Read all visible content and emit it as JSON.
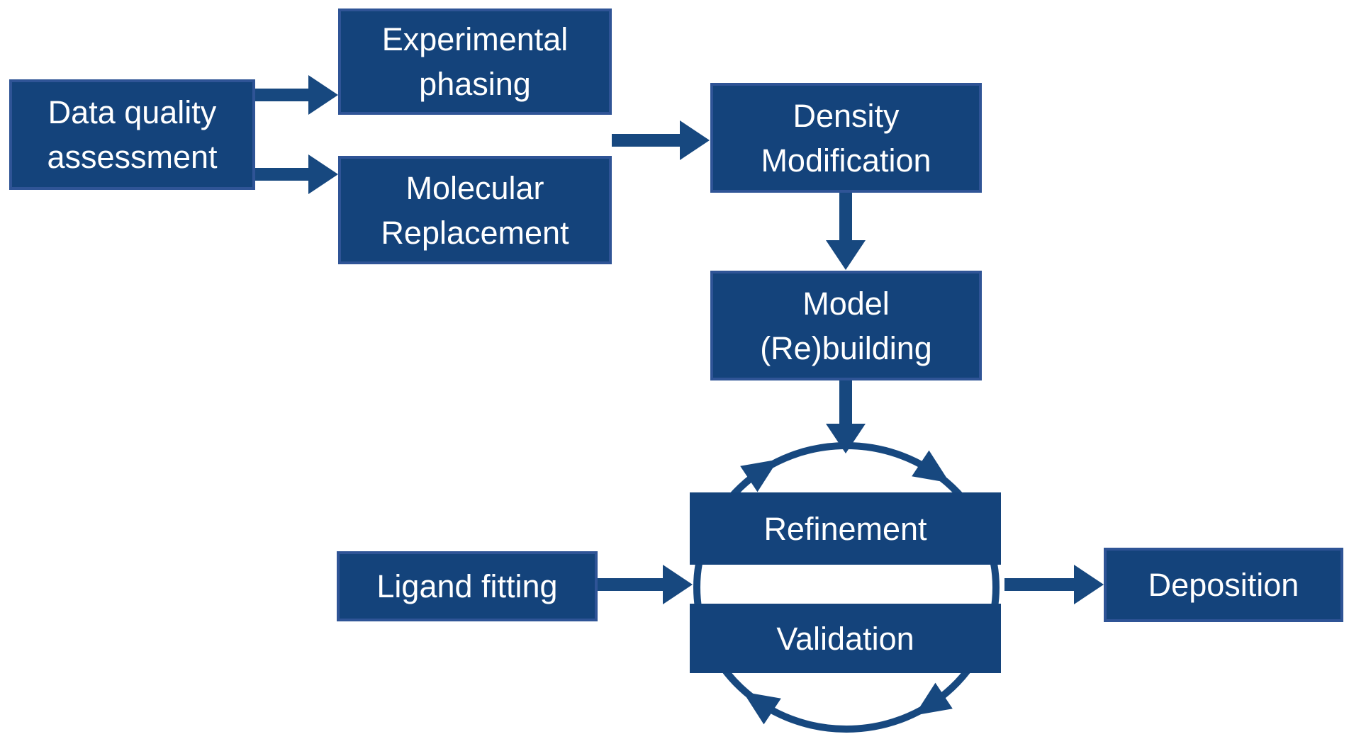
{
  "diagram": {
    "background": "#FFFFFF",
    "colors": {
      "background": "#FFFFFF",
      "node_fill": "#14437B",
      "node_border": "#2F5496",
      "connector": "#17487F",
      "text": "#FFFFFF"
    },
    "nodes": {
      "data_quality_assessment": {
        "label": "Data quality\nassessment"
      },
      "experimental_phasing": {
        "label": "Experimental\nphasing"
      },
      "molecular_replacement": {
        "label": "Molecular\nReplacement"
      },
      "density_modification": {
        "label": "Density\nModification"
      },
      "model_rebuilding": {
        "label": "Model\n(Re)building"
      },
      "refinement": {
        "label": "Refinement"
      },
      "validation": {
        "label": "Validation"
      },
      "ligand_fitting": {
        "label": "Ligand fitting"
      },
      "deposition": {
        "label": "Deposition"
      }
    },
    "connections": [
      {
        "from": "data_quality_assessment",
        "to": "experimental_phasing"
      },
      {
        "from": "data_quality_assessment",
        "to": "molecular_replacement"
      },
      {
        "from": "experimental_phasing / molecular_replacement",
        "to": "density_modification"
      },
      {
        "from": "density_modification",
        "to": "model_rebuilding"
      },
      {
        "from": "model_rebuilding",
        "to": "refinement_validation_cycle"
      },
      {
        "from": "ligand_fitting",
        "to": "refinement_validation_cycle"
      },
      {
        "from": "refinement_validation_cycle",
        "to": "deposition"
      }
    ],
    "cycle": {
      "members": [
        "refinement",
        "validation"
      ],
      "direction": "clockwise"
    }
  }
}
